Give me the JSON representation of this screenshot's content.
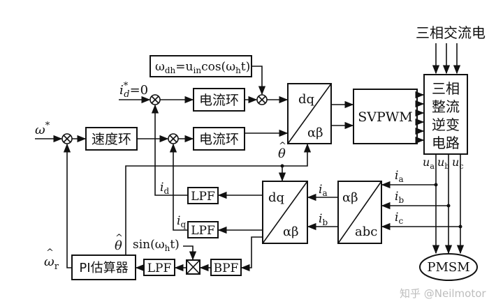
{
  "blocks": {
    "speed_loop": "速度环",
    "current_loop_d": "电流环",
    "current_loop_q": "电流环",
    "svpwm": "SVPWM",
    "inverter": [
      "三相",
      "整流",
      "逆变",
      "电路"
    ],
    "three_phase_ac": "三相交流电",
    "pmsm": "PMSM",
    "pi_estimator": "PI估算器",
    "lpf_d": "LPF",
    "lpf_q": "LPF",
    "lpf_bottom": "LPF",
    "bpf": "BPF"
  },
  "transforms": {
    "inv_park": {
      "top": "dq",
      "bottom": "αβ"
    },
    "park": {
      "top": "dq",
      "bottom": "αβ"
    },
    "clarke": {
      "top": "αβ",
      "bottom": "abc"
    }
  },
  "signals": {
    "omega_ref": {
      "base": "ω",
      "sup": "*"
    },
    "id_ref": {
      "base": "i",
      "sub": "d",
      "sup": "*",
      "tail": "=0"
    },
    "injection": {
      "lhs": "ω",
      "lhs_sub": "dh",
      "mid": "=u",
      "mid_sub": "in",
      "rest": "cos(ω",
      "rest_sub": "h",
      "end": "t)"
    },
    "theta_hat_top": "θ",
    "theta_hat_bottom": "θ",
    "omega_r_hat": {
      "base": "ω",
      "sub": "r"
    },
    "sin_term": {
      "base": "sin(ω",
      "sub": "h",
      "end": "t)"
    },
    "i_d": {
      "base": "i",
      "sub": "d"
    },
    "i_q": {
      "base": "i",
      "sub": "q"
    },
    "i_alpha": {
      "base": "i",
      "sub": "a"
    },
    "i_beta": {
      "base": "i",
      "sub": "b"
    },
    "i_a": {
      "base": "i",
      "sub": "a"
    },
    "i_b": {
      "base": "i",
      "sub": "b"
    },
    "i_c": {
      "base": "i",
      "sub": "c"
    },
    "u_a": {
      "base": "u",
      "sub": "a"
    },
    "u_b": {
      "base": "u",
      "sub": "b"
    },
    "u_c": {
      "base": "u",
      "sub": "c"
    },
    "hat": "^"
  },
  "watermark": "知乎 @Neilmotor"
}
